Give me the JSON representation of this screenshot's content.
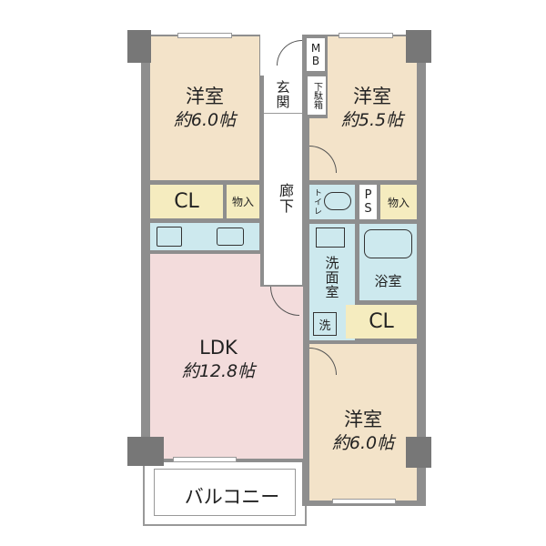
{
  "rooms": {
    "western_nw": {
      "name": "洋室",
      "size": "約6.0帖"
    },
    "western_ne": {
      "name": "洋室",
      "size": "約5.5帖"
    },
    "western_se": {
      "name": "洋室",
      "size": "約6.0帖"
    },
    "ldk": {
      "name": "LDK",
      "size": "約12.8帖"
    },
    "closet_left": "CL",
    "closet_right": "CL",
    "storage_left": "物入",
    "storage_right": "物入",
    "entrance": "玄関",
    "shoe_box": "下駄箱",
    "meter_box": "MB",
    "hallway": "廊下",
    "toilet": "トイレ",
    "pipe_space": "PS",
    "washroom": "洗面室",
    "washer": "洗",
    "bathroom": "浴室",
    "balcony": "バルコニー"
  },
  "colors": {
    "wall": "#8e8e8e",
    "western": "#f3e3c9",
    "closet": "#f5ecbf",
    "water": "#cde9ee",
    "ldk": "#f3dcdc"
  }
}
